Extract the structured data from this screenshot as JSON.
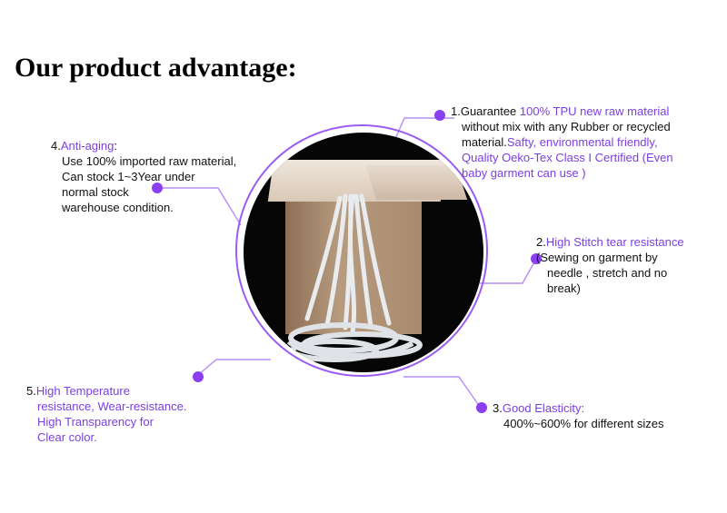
{
  "heading": "Our product advantage:",
  "colors": {
    "accent": "#8a3ff0",
    "ring": "#9a5cf3",
    "text": "#111111"
  },
  "product_photo": {
    "description_icon": "carton-box-with-elastic-bands-icon"
  },
  "advantages": [
    {
      "number": "1.",
      "lines": [
        [
          {
            "t": "Guarantee ",
            "c": "k"
          },
          {
            "t": "100%  TPU new raw material",
            "c": "p"
          }
        ],
        [
          {
            "t": "without mix with any Rubber or recycled",
            "c": "k"
          }
        ],
        [
          {
            "t": "material.",
            "c": "k"
          },
          {
            "t": "Safty, environmental friendly,",
            "c": "p"
          }
        ],
        [
          {
            "t": "Quality Oeko-Tex  Class I  Certified (Even",
            "c": "p"
          }
        ],
        [
          {
            "t": "baby garment can use )",
            "c": "p"
          }
        ]
      ]
    },
    {
      "number": "2.",
      "lines": [
        [
          {
            "t": "High Stitch tear resistance",
            "c": "p"
          }
        ],
        [
          {
            "t": "(Sewing on garment by",
            "c": "k"
          }
        ],
        [
          {
            "t": "needle , stretch and no",
            "c": "k"
          }
        ],
        [
          {
            "t": "break)",
            "c": "k"
          }
        ]
      ]
    },
    {
      "number": "3.",
      "lines": [
        [
          {
            "t": "Good Elasticity:",
            "c": "p"
          }
        ],
        [
          {
            "t": "400%~600% for different sizes",
            "c": "k"
          }
        ]
      ]
    },
    {
      "number": "4.",
      "lines": [
        [
          {
            "t": "Anti-aging",
            "c": "p"
          },
          {
            "t": ":",
            "c": "k"
          }
        ],
        [
          {
            "t": "Use 100% imported raw material,",
            "c": "k"
          }
        ],
        [
          {
            "t": "Can stock  1~3Year under",
            "c": "k"
          }
        ],
        [
          {
            "t": "normal stock",
            "c": "k"
          }
        ],
        [
          {
            "t": "warehouse condition.",
            "c": "k"
          }
        ]
      ]
    },
    {
      "number": "5.",
      "lines": [
        [
          {
            "t": "High Temperature",
            "c": "p"
          }
        ],
        [
          {
            "t": "resistance, Wear-resistance.",
            "c": "p"
          }
        ],
        [
          {
            "t": "High Transparency for",
            "c": "p"
          }
        ],
        [
          {
            "t": "Clear color.",
            "c": "p"
          }
        ]
      ]
    }
  ]
}
